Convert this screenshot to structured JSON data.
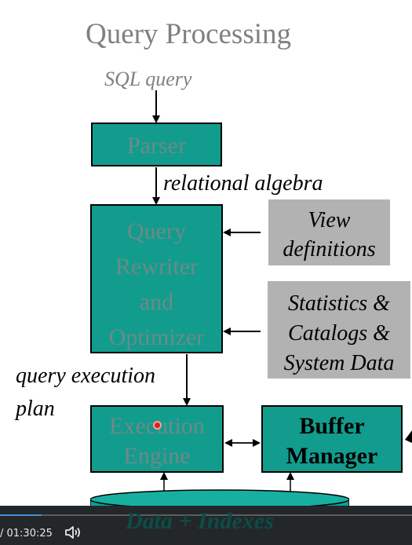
{
  "slide": {
    "title": "Query Processing",
    "sql_query": "SQL query",
    "relational_algebra": "relational algebra",
    "query_execution_plan_line1": "query execution",
    "query_execution_plan_line2": "plan",
    "parser": "Parser",
    "optimizer_lines": [
      "Query",
      "Rewriter",
      "and",
      "Optimizer"
    ],
    "view_definitions_lines": [
      "View",
      "definitions"
    ],
    "statistics_lines": [
      "Statistics &",
      "Catalogs &",
      "System Data"
    ],
    "execution_engine_lines": [
      "Execution",
      "Engine"
    ],
    "buffer_manager_lines": [
      "Buffer",
      "Manager"
    ],
    "data_indexes": "Data + Indexes"
  },
  "player": {
    "time_display": "/ 01:30:25",
    "progress_fraction": 0.1
  },
  "colors": {
    "teal_box": "#129c8e",
    "gray_box": "#b2b2b2",
    "title_gray": "#808080"
  },
  "icons": [
    "volume-icon",
    "cursor-indicator"
  ]
}
